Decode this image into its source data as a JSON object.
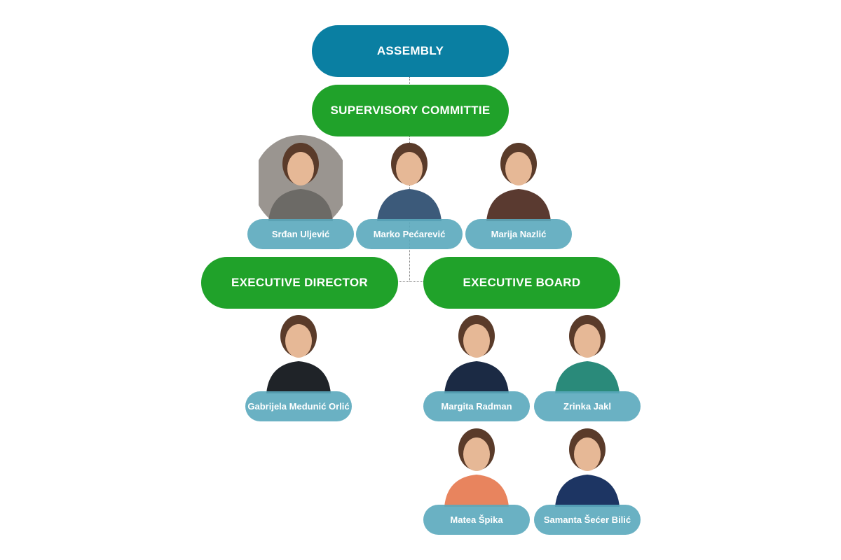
{
  "colors": {
    "assembly": "#0a7fa2",
    "green": "#20a22a",
    "label": "#6ab3c5"
  },
  "boxes": {
    "assembly": "ASSEMBLY",
    "supervisory": "SUPERVISORY COMMITTIE",
    "executive_director": "EXECUTIVE DIRECTOR",
    "executive_board": "EXECUTIVE BOARD"
  },
  "supervisory_members": [
    {
      "name": "Srđan Uljević"
    },
    {
      "name": "Marko Pećarević"
    },
    {
      "name": "Marija Nazlić"
    }
  ],
  "director_members": [
    {
      "name": "Gabrijela Medunić Orlić"
    }
  ],
  "board_members": [
    {
      "name": "Margita Radman"
    },
    {
      "name": "Zrinka Jakl"
    },
    {
      "name": "Matea Špika"
    },
    {
      "name": "Samanta Šećer Bilić"
    }
  ]
}
